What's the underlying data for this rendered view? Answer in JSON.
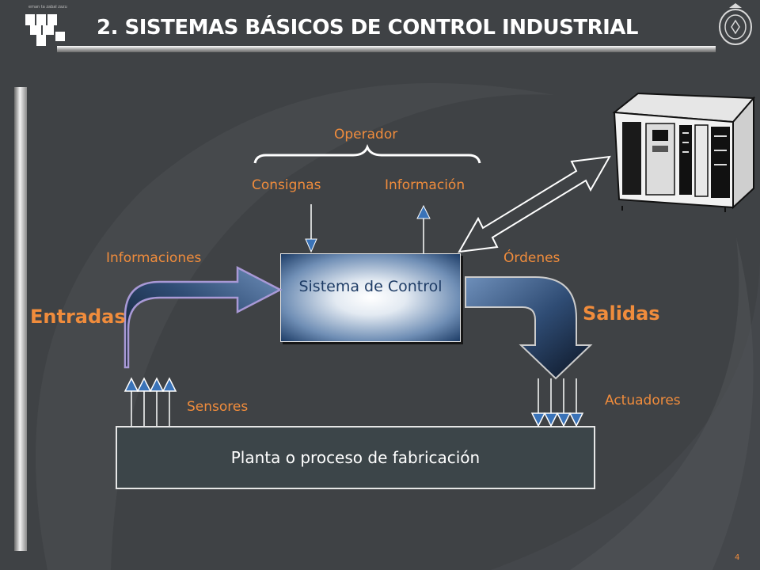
{
  "slide": {
    "title": "2. SISTEMAS BÁSICOS DE CONTROL INDUSTRIAL",
    "page_number": "4",
    "logo_text": "eman ta zabal zazu"
  },
  "diagram": {
    "operator": "Operador",
    "setpoints": "Consignas",
    "information": "Información",
    "informations": "Informaciones",
    "orders": "Órdenes",
    "control_system": "Sistema de Control",
    "inputs": "Entradas",
    "outputs": "Salidas",
    "sensors": "Sensores",
    "actuators": "Actuadores",
    "plant": "Planta o proceso de fabricación"
  },
  "colors": {
    "accent": "#f08c3c",
    "background": "#3f4245",
    "box_dark": "#1d3c66",
    "plant_fill": "#3c4549"
  }
}
